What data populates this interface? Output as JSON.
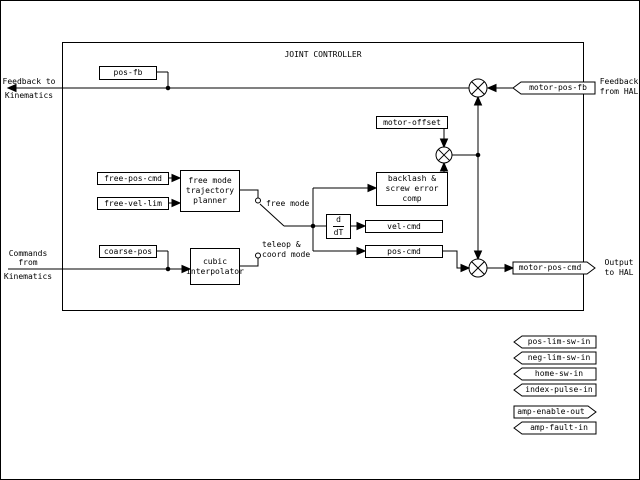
{
  "diagram_title": "JOINT CONTROLLER",
  "colors": {
    "background": "#ffffff",
    "line": "#000000"
  },
  "external_labels": {
    "feedback_to_kinematics_line1": "Feedback to",
    "feedback_to_kinematics_line2": "Kinematics",
    "commands_line1": "Commands",
    "commands_line2": "from",
    "commands_line3": "Kinematics",
    "feedback_from_hal_line1": "Feedback",
    "feedback_from_hal_line2": "from HAL",
    "output_to_hal_line1": "Output",
    "output_to_hal_line2": "to HAL"
  },
  "switch_labels": {
    "free_mode": "free mode",
    "teleop_line1": "teleop &",
    "teleop_line2": "coord mode"
  },
  "blocks": {
    "pos_fb": "pos-fb",
    "motor_offset": "motor-offset",
    "free_pos_cmd": "free-pos-cmd",
    "free_vel_lim": "free-vel-lim",
    "trajectory_planner_line1": "free mode",
    "trajectory_planner_line2": "trajectory",
    "trajectory_planner_line3": "planner",
    "coarse_pos": "coarse-pos",
    "cubic_interpolator_line1": "cubic",
    "cubic_interpolator_line2": "interpolator",
    "backlash_line1": "backlash &",
    "backlash_line2": "screw error",
    "backlash_line3": "comp",
    "derivative_numerator": "d",
    "derivative_denominator": "dT",
    "vel_cmd": "vel-cmd",
    "pos_cmd": "pos-cmd"
  },
  "hal_pins": {
    "motor_pos_fb": "motor-pos-fb",
    "motor_pos_cmd": "motor-pos-cmd",
    "stack": [
      {
        "label": "pos-lim-sw-in",
        "direction": "in"
      },
      {
        "label": "neg-lim-sw-in",
        "direction": "in"
      },
      {
        "label": "home-sw-in",
        "direction": "in"
      },
      {
        "label": "index-pulse-in",
        "direction": "in"
      },
      {
        "label": "amp-enable-out",
        "direction": "out"
      },
      {
        "label": "amp-fault-in",
        "direction": "in"
      }
    ]
  }
}
